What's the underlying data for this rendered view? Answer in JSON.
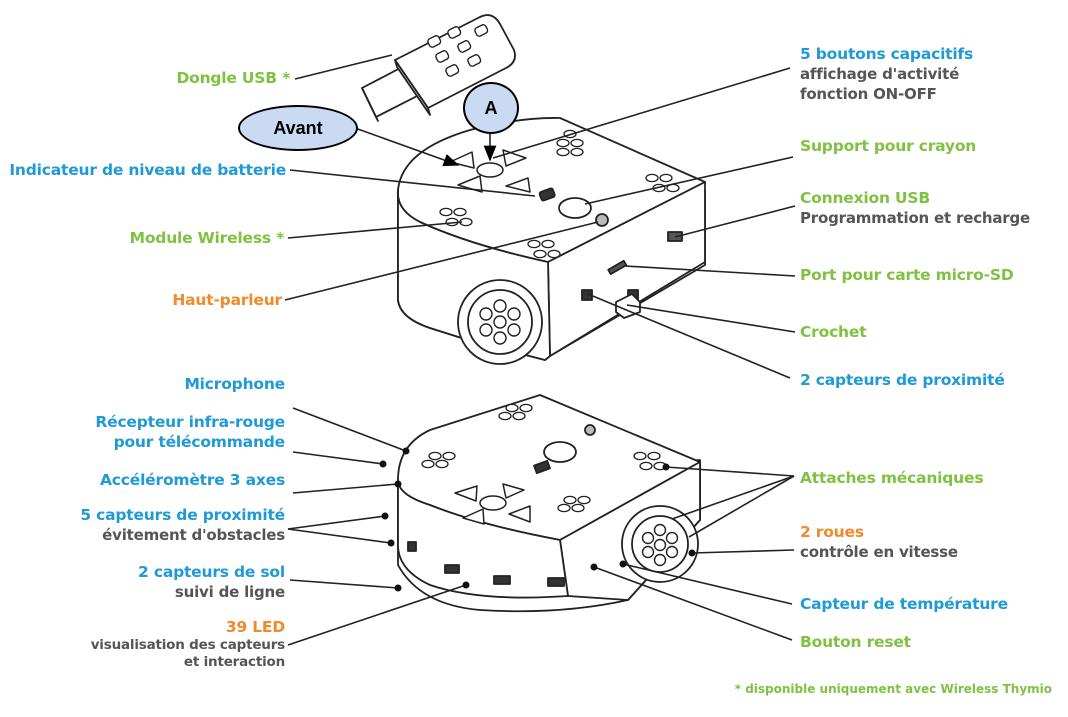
{
  "labels_left": {
    "dongle_usb": "Dongle USB *",
    "indicateur_batterie": "Indicateur de niveau de batterie",
    "module_wireless": "Module Wireless *",
    "haut_parleur": "Haut-parleur",
    "microphone": "Microphone",
    "recepteur_ir_1": "Récepteur infra-rouge",
    "recepteur_ir_2": "pour télécommande",
    "accelerometre": "Accéléromètre 3 axes",
    "capteurs_prox_5_1": "5 capteurs de proximité",
    "capteurs_prox_5_2": "évitement d'obstacles",
    "capteurs_sol_1": "2 capteurs de sol",
    "capteurs_sol_2": "suivi de ligne",
    "led_1": "39 LED",
    "led_2": "visualisation des capteurs",
    "led_3": "et interaction"
  },
  "labels_right": {
    "boutons_1": "5 boutons capacitifs",
    "boutons_2": "affichage d'activité",
    "boutons_3": "fonction ON-OFF",
    "support_crayon": "Support pour crayon",
    "connexion_usb_1": "Connexion USB",
    "connexion_usb_2": "Programmation et recharge",
    "port_sd": "Port pour carte micro-SD",
    "crochet": "Crochet",
    "capteurs_prox_2": "2 capteurs de proximité",
    "attaches": "Attaches mécaniques",
    "roues_1": "2 roues",
    "roues_2": "contrôle en vitesse",
    "temperature": "Capteur de température",
    "reset": "Bouton reset"
  },
  "callouts": {
    "avant": "Avant",
    "a": "A"
  },
  "footnote": "*  disponible uniquement avec Wireless Thymio",
  "colors": {
    "green": "#7fc241",
    "blue": "#1f9ad6",
    "orange": "#f08a2a",
    "gray": "#555555",
    "callout_fill": "#c9daf2"
  }
}
